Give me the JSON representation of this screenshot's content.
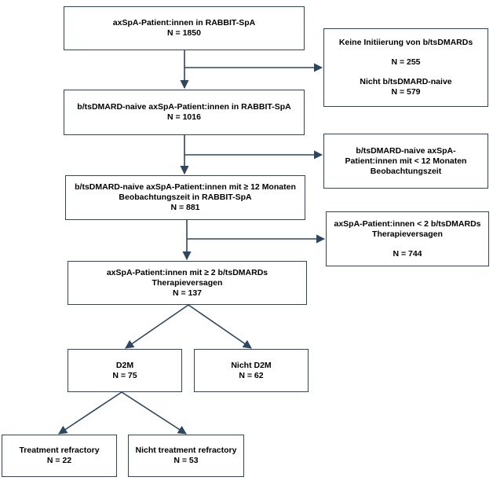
{
  "boxes": {
    "total": {
      "l1": "axSpA-Patient:innen in RABBIT-SpA",
      "l2": "N = 1850"
    },
    "excl1": {
      "l1": "Keine Initiierung von b/tsDMARDs",
      "l2": "N = 255",
      "l3": "Nicht b/tsDMARD-naive",
      "l4": "N = 579"
    },
    "naive": {
      "l1": "b/tsDMARD-naive axSpA-Patient:innen in RABBIT-SpA",
      "l2": "N = 1016"
    },
    "excl2": {
      "l1": "b/tsDMARD-naive axSpA-",
      "l2": "Patient:innen mit < 12 Monaten",
      "l3": "Beobachtungszeit"
    },
    "followup": {
      "l1": "b/tsDMARD-naive axSpA-Patient:innen mit ≥ 12 Monaten",
      "l2": "Beobachtungszeit in RABBIT-SpA",
      "l3": "N = 881"
    },
    "excl3": {
      "l1": "axSpA-Patient:innen < 2 b/tsDMARDs",
      "l2": "Therapieversagen",
      "l3": "N = 744"
    },
    "failure": {
      "l1": "axSpA-Patient:innen mit ≥ 2 b/tsDMARDs",
      "l2": "Therapieversagen",
      "l3": "N = 137"
    },
    "d2m": {
      "l1": "D2M",
      "l2": "N = 75"
    },
    "notd2m": {
      "l1": "Nicht D2M",
      "l2": "N = 62"
    },
    "refractory": {
      "l1": "Treatment refractory",
      "l2": "N = 22"
    },
    "notrefractory": {
      "l1": "Nicht treatment refractory",
      "l2": "N = 53"
    }
  },
  "colors": {
    "line": "#2e4660",
    "border": "#2e4660"
  }
}
